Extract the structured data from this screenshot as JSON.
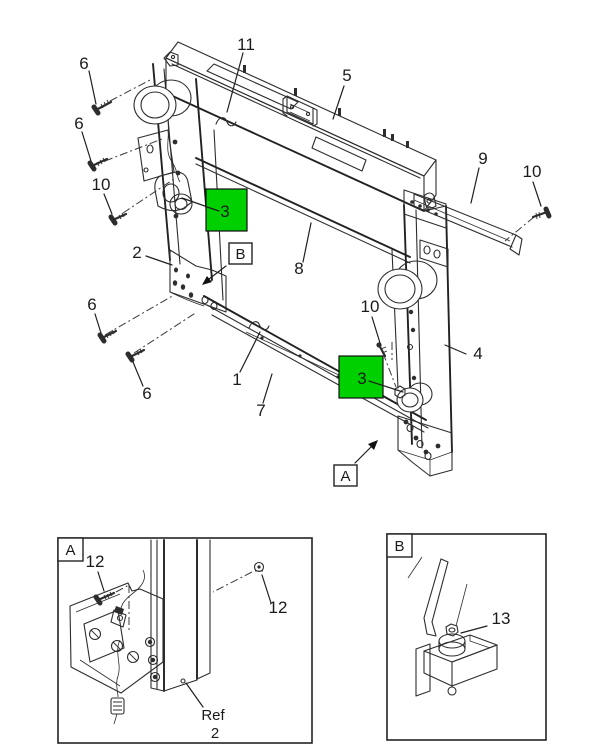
{
  "figure": {
    "type": "exploded-parts-diagram",
    "colors": {
      "highlight": "#00cf00",
      "line": "#2d2d2d",
      "background": "#ffffff"
    },
    "main_view": {
      "callouts": {
        "c6_top": "6",
        "c6_mid": "6",
        "c10_left": "10",
        "c11": "11",
        "c5": "5",
        "c9": "9",
        "c10_right": "10",
        "c2": "2",
        "c8": "8",
        "c6_low1": "6",
        "c6_low2": "6",
        "c1": "1",
        "c7": "7",
        "c10_mid": "10",
        "c3_left": "3",
        "c3_right": "3",
        "c4": "4",
        "view_a": "A",
        "view_b": "B"
      }
    },
    "detail_a": {
      "marker": "A",
      "c12_left": "12",
      "c12_right": "12",
      "ref_word": "Ref",
      "ref_number": "2"
    },
    "detail_b": {
      "marker": "B",
      "c13": "13"
    }
  }
}
